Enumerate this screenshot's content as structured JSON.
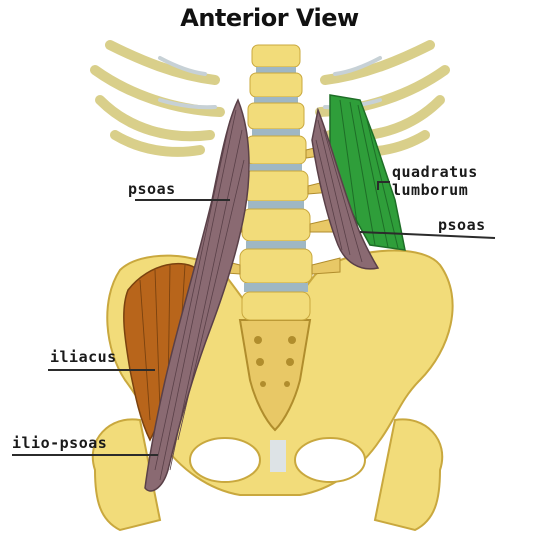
{
  "title": "Anterior View",
  "labels": {
    "psoas_left": "psoas",
    "quadratus_line1": "quadratus",
    "quadratus_line2": "lumborum",
    "psoas_right": "psoas",
    "iliacus": "iliacus",
    "ilio_psoas": "ilio-psoas"
  },
  "colors": {
    "bone": "#f2dc7a",
    "bone_shadow": "#c9a83e",
    "rib": "#e8e2b0",
    "disc": "#9fb7c4",
    "psoas": "#8a6a72",
    "quadratus": "#2f9e3a",
    "iliacus": "#b8651b",
    "line": "#2b2b2b"
  }
}
